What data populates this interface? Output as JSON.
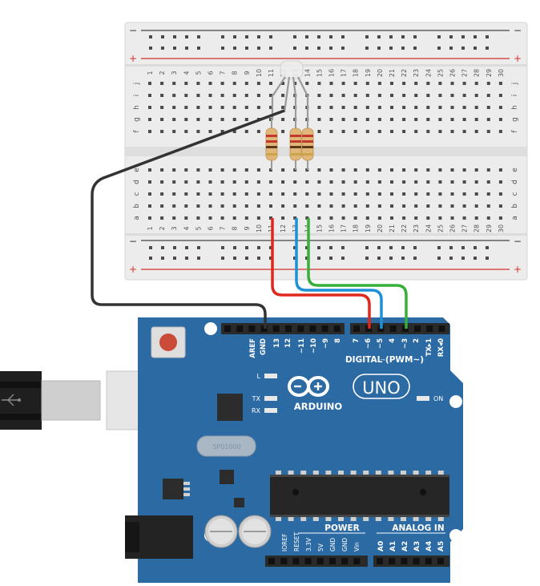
{
  "breadboard": {
    "columns": [
      "1",
      "2",
      "3",
      "4",
      "5",
      "6",
      "7",
      "8",
      "9",
      "10",
      "11",
      "12",
      "13",
      "14",
      "15",
      "16",
      "17",
      "18",
      "19",
      "20",
      "21",
      "22",
      "23",
      "24",
      "25",
      "26",
      "27",
      "28",
      "29",
      "30"
    ],
    "rows_top": [
      "j",
      "i",
      "h",
      "g",
      "f"
    ],
    "rows_bottom": [
      "e",
      "d",
      "c",
      "b",
      "a"
    ],
    "rail_minus": "−",
    "rail_plus": "+"
  },
  "arduino": {
    "brand": "ARDUINO",
    "model": "UNO",
    "digital_label": "DIGITAL (PWM~)",
    "digital_pins": [
      "AREF",
      "GND",
      "13",
      "12",
      "~11",
      "~10",
      "~9",
      "8",
      "7",
      "~6",
      "~5",
      "4",
      "~3",
      "2",
      "TX▸1",
      "RX◂0"
    ],
    "led_labels": [
      "L",
      "TX",
      "RX"
    ],
    "on_label": "ON",
    "crystal_label": "SP01000",
    "power_label": "POWER",
    "power_pins": [
      "IOREF",
      "RESET",
      "3.3V",
      "5V",
      "GND",
      "GND",
      "Vin"
    ],
    "analog_label": "ANALOG IN",
    "analog_pins": [
      "A0",
      "A1",
      "A2",
      "A3",
      "A4",
      "A5"
    ]
  },
  "colors": {
    "board": "#2b6aa3",
    "breadboard": "#ececec",
    "rail_red": "#d0302b",
    "wire_black": "#333333",
    "wire_red": "#e0271b",
    "wire_blue": "#1e90d6",
    "wire_green": "#37b03a"
  },
  "icons": [
    "usb-symbol-icon",
    "infinity-logo-icon",
    "reset-button-icon"
  ]
}
